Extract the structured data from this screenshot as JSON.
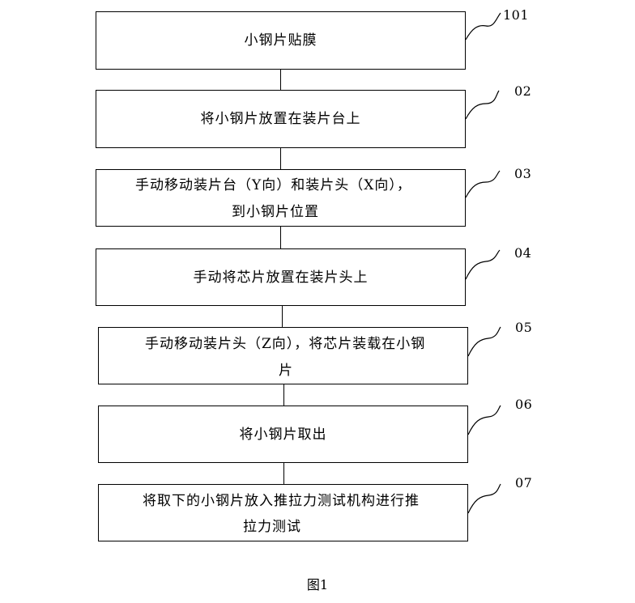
{
  "steps": [
    {
      "ref": "101",
      "lines": [
        "小钢片贴膜"
      ]
    },
    {
      "ref": "02",
      "lines": [
        "将小钢片放置在装片台上"
      ]
    },
    {
      "ref": "03",
      "lines": [
        "手动移动装片台（Y向）和装片头（X向），",
        "到小钢片位置"
      ]
    },
    {
      "ref": "04",
      "lines": [
        "手动将芯片放置在装片头上"
      ]
    },
    {
      "ref": "05",
      "lines": [
        "手动移动装片头（Z向），将芯片装载在小钢",
        "片"
      ]
    },
    {
      "ref": "06",
      "lines": [
        "将小钢片取出"
      ]
    },
    {
      "ref": "07",
      "lines": [
        "将取下的小钢片放入推拉力测试机构进行推",
        "拉力测试"
      ]
    }
  ],
  "caption": "图1"
}
